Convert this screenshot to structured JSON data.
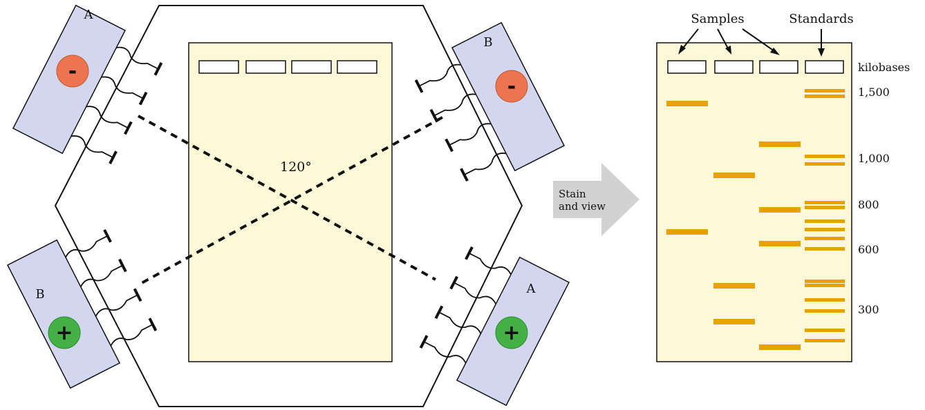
{
  "colors": {
    "gel": "#fdf8d8",
    "electrode_box": "#d2d6ee",
    "negative_electrode": "#ec7450",
    "positive_electrode": "#45b045",
    "band": "#e8a200",
    "arrow": "#d2d2d2",
    "line": "#111111"
  },
  "left_apparatus": {
    "angle_label": "120°",
    "electrodes": [
      {
        "label": "A",
        "sign": "-",
        "position": "top-left",
        "polarity": "negative"
      },
      {
        "label": "B",
        "sign": "-",
        "position": "top-right",
        "polarity": "negative"
      },
      {
        "label": "B",
        "sign": "+",
        "position": "bottom-left",
        "polarity": "positive"
      },
      {
        "label": "A",
        "sign": "+",
        "position": "bottom-right",
        "polarity": "positive"
      }
    ],
    "well_count": 4
  },
  "process_arrow": {
    "line1": "Stain",
    "line2": "and view"
  },
  "result_gel": {
    "samples_label": "Samples",
    "standards_label": "Standards",
    "size_unit_label": "kilobases",
    "size_markers": [
      "1,500",
      "1,000",
      "800",
      "600",
      "300"
    ],
    "lanes": [
      {
        "name": "sample-1",
        "band_count": 2
      },
      {
        "name": "sample-2",
        "band_count": 3
      },
      {
        "name": "sample-3",
        "band_count": 4
      },
      {
        "name": "standards",
        "band_count": 16
      }
    ]
  }
}
